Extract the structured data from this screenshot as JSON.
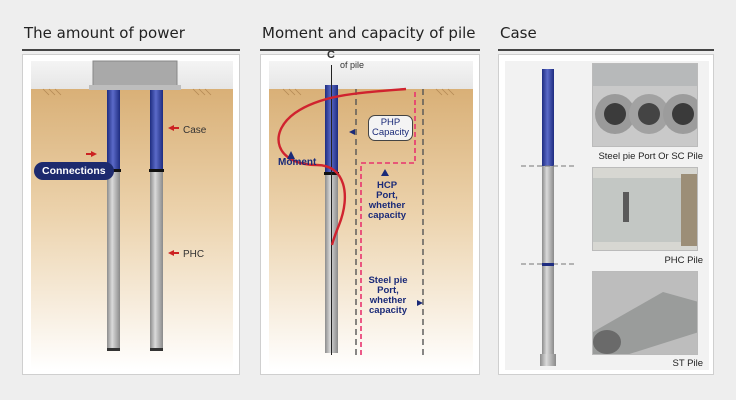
{
  "sections": {
    "power": {
      "title": "The amount of power",
      "labels": {
        "case": "Case",
        "connections": "Connections",
        "phc": "PHC"
      }
    },
    "moment": {
      "title": "Moment and capacity of pile",
      "labels": {
        "centerline_symbol": "C",
        "centerline": "of pile",
        "moment": "Moment",
        "php_line1": "PHP",
        "php_line2": "Capacity",
        "hcp_line1": "HCP",
        "hcp_line2": "Port,",
        "hcp_line3": "whether",
        "hcp_line4": "capacity",
        "steel_line1": "Steel pie",
        "steel_line2": "Port,",
        "steel_line3": "whether",
        "steel_line4": "capacity"
      }
    },
    "case": {
      "title": "Case",
      "captions": {
        "steel": "Steel pie Port Or SC Pile",
        "phc": "PHC Pile",
        "st": "ST Pile"
      }
    }
  },
  "colors": {
    "soil": "#e2c08c",
    "pile_blue": "#2d3c9c",
    "pile_gray": "#a8a8a8",
    "moment_curve": "#d0232f",
    "php_dash": "#e8336e",
    "navy_badge": "#1d2a6e"
  }
}
